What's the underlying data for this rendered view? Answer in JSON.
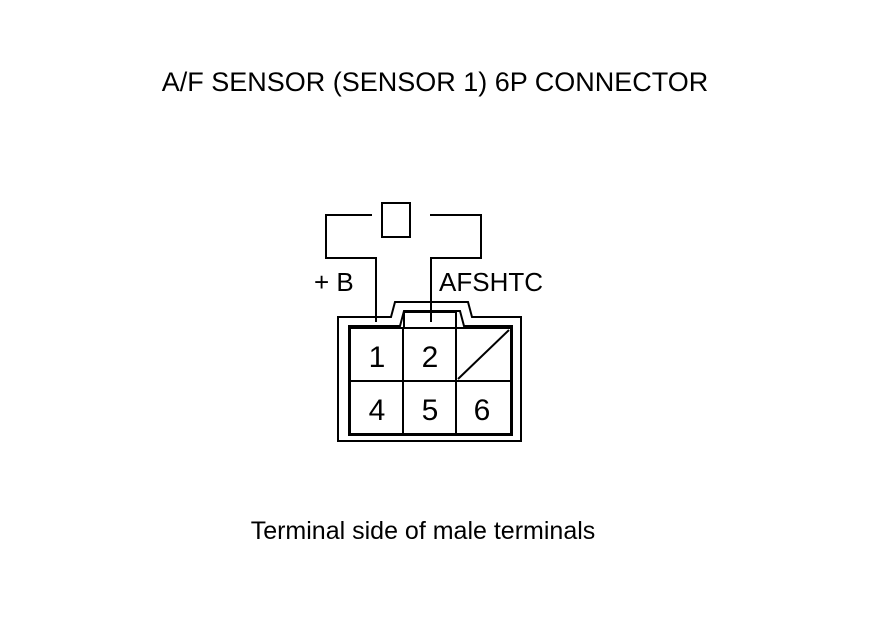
{
  "title": "A/F SENSOR (SENSOR 1) 6P CONNECTOR",
  "caption": "Terminal side of male terminals",
  "wire_labels": {
    "left": "+ B",
    "right": "AFSHTC"
  },
  "terminals": {
    "t1": "1",
    "t2": "2",
    "t4": "4",
    "t5": "5",
    "t6": "6"
  },
  "colors": {
    "line": "#000000",
    "background": "#ffffff"
  }
}
